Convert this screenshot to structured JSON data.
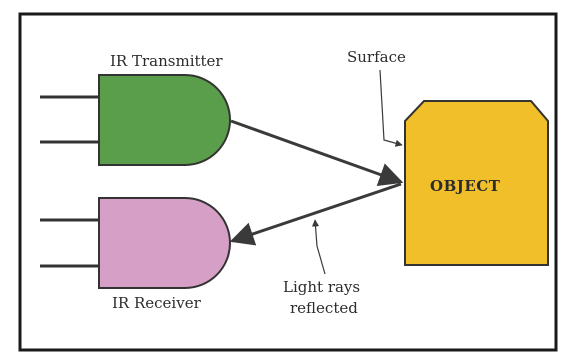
{
  "labels": {
    "transmitter": "IR Transmitter",
    "receiver": "IR Receiver",
    "surface": "Surface",
    "object": "OBJECT",
    "reflected_line1": "Light rays",
    "reflected_line2": "reflected"
  },
  "colors": {
    "frame": "#1a1a1a",
    "transmitter_fill": "#5a9e4b",
    "receiver_fill": "#d6a0c6",
    "object_fill": "#f0bf2a",
    "stroke": "#333333",
    "arrow": "#3a3a3a"
  }
}
